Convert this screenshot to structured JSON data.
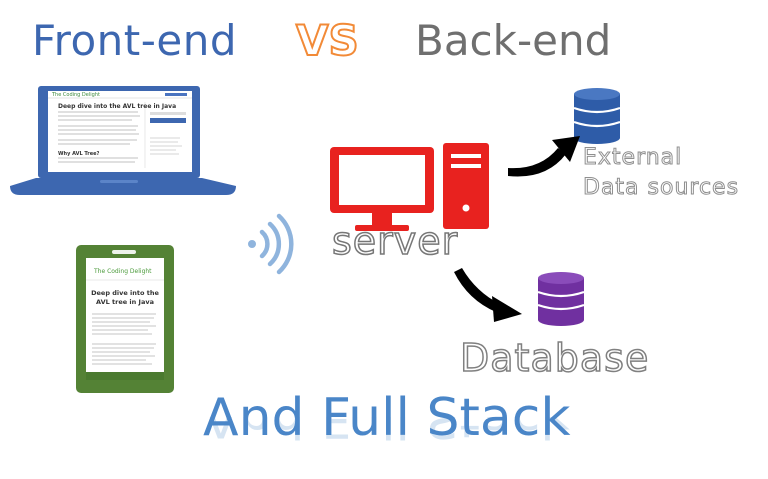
{
  "headline": {
    "front_end": "Front-end",
    "vs": "VS",
    "back_end": "Back-end"
  },
  "server_label": "server",
  "external_label_line1": "External",
  "external_label_line2": "Data sources",
  "database_label": "Database",
  "full_stack": "And Full Stack",
  "laptop_screen": {
    "brand": "The Coding Delight",
    "title": "Deep dive into the AVL tree in Java",
    "subtitle": "Why AVL Tree?"
  },
  "phone_screen": {
    "brand": "The Coding Delight",
    "title": "Deep dive into the AVL tree in Java"
  },
  "colors": {
    "front_end_blue": "#3d67b0",
    "vs_orange": "#f28a37",
    "back_end_gray": "#6f6f6f",
    "server_red": "#e8221f",
    "external_db_blue": "#2e5ca8",
    "database_purple": "#7030a0",
    "phone_green": "#548235",
    "wifi_blue": "#8fb4dd",
    "full_stack_blue": "#4a86c8"
  },
  "icons": [
    "laptop-icon",
    "mobile-phone-icon",
    "wifi-signal-icon",
    "server-computer-icon",
    "external-database-icon",
    "database-icon",
    "arrow-icon"
  ]
}
